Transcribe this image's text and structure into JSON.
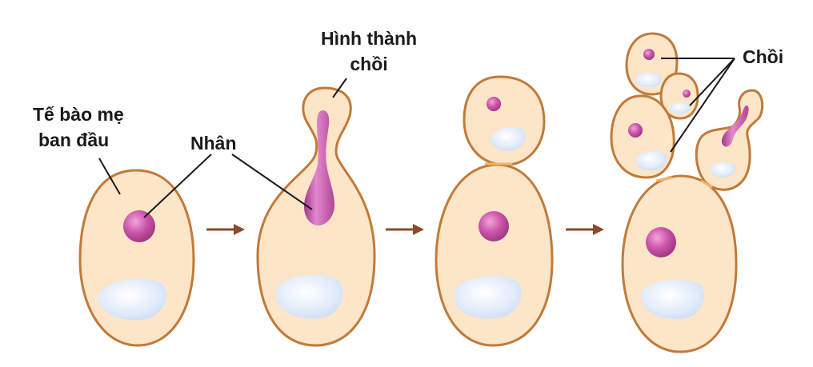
{
  "labels": {
    "mother_cell_line1": "Tế bào mẹ",
    "mother_cell_line2": "ban đầu",
    "nucleus": "Nhân",
    "bud_formation_line1": "Hình thành",
    "bud_formation_line2": "chồi",
    "buds": "Chồi"
  },
  "colors": {
    "cell_fill": "#fde5c8",
    "cell_outline": "#c07a3a",
    "nucleus_fill": "#cc55aa",
    "vacuole_fill": "#dbe8fb",
    "arrow": "#8b4a2a",
    "text": "#1a1a1a"
  },
  "stages": [
    "mother-cell",
    "bud-formation",
    "bud-separating",
    "bud-colony"
  ]
}
